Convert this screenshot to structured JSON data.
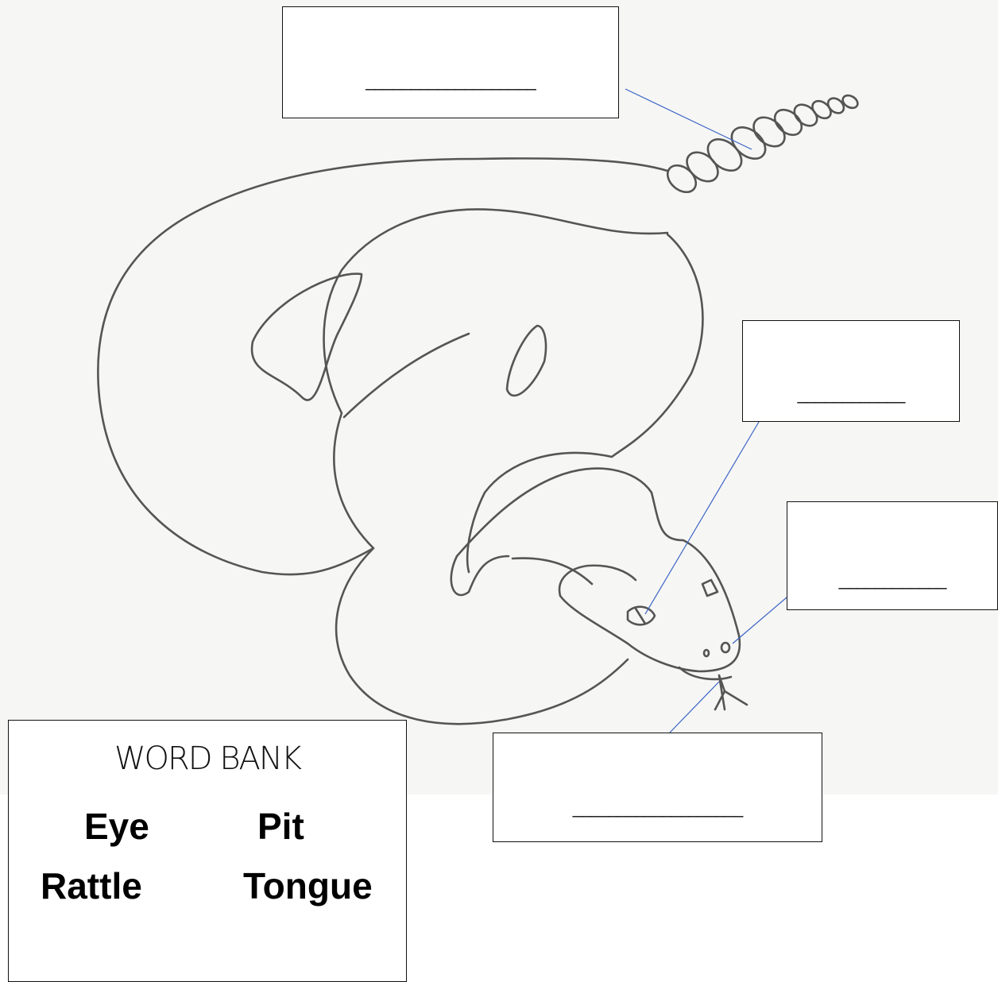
{
  "labels": {
    "rattle_blank": "___________________",
    "eye_blank": "____________",
    "pit_blank": "____________",
    "tongue_blank": "___________________"
  },
  "word_bank": {
    "title": "WORD BANK",
    "words": [
      "Eye",
      "Pit",
      "Rattle",
      "Tongue"
    ]
  },
  "colors": {
    "pointer_line": "#3a63c4",
    "pencil": "#555555",
    "paper": "#f6f6f5"
  }
}
